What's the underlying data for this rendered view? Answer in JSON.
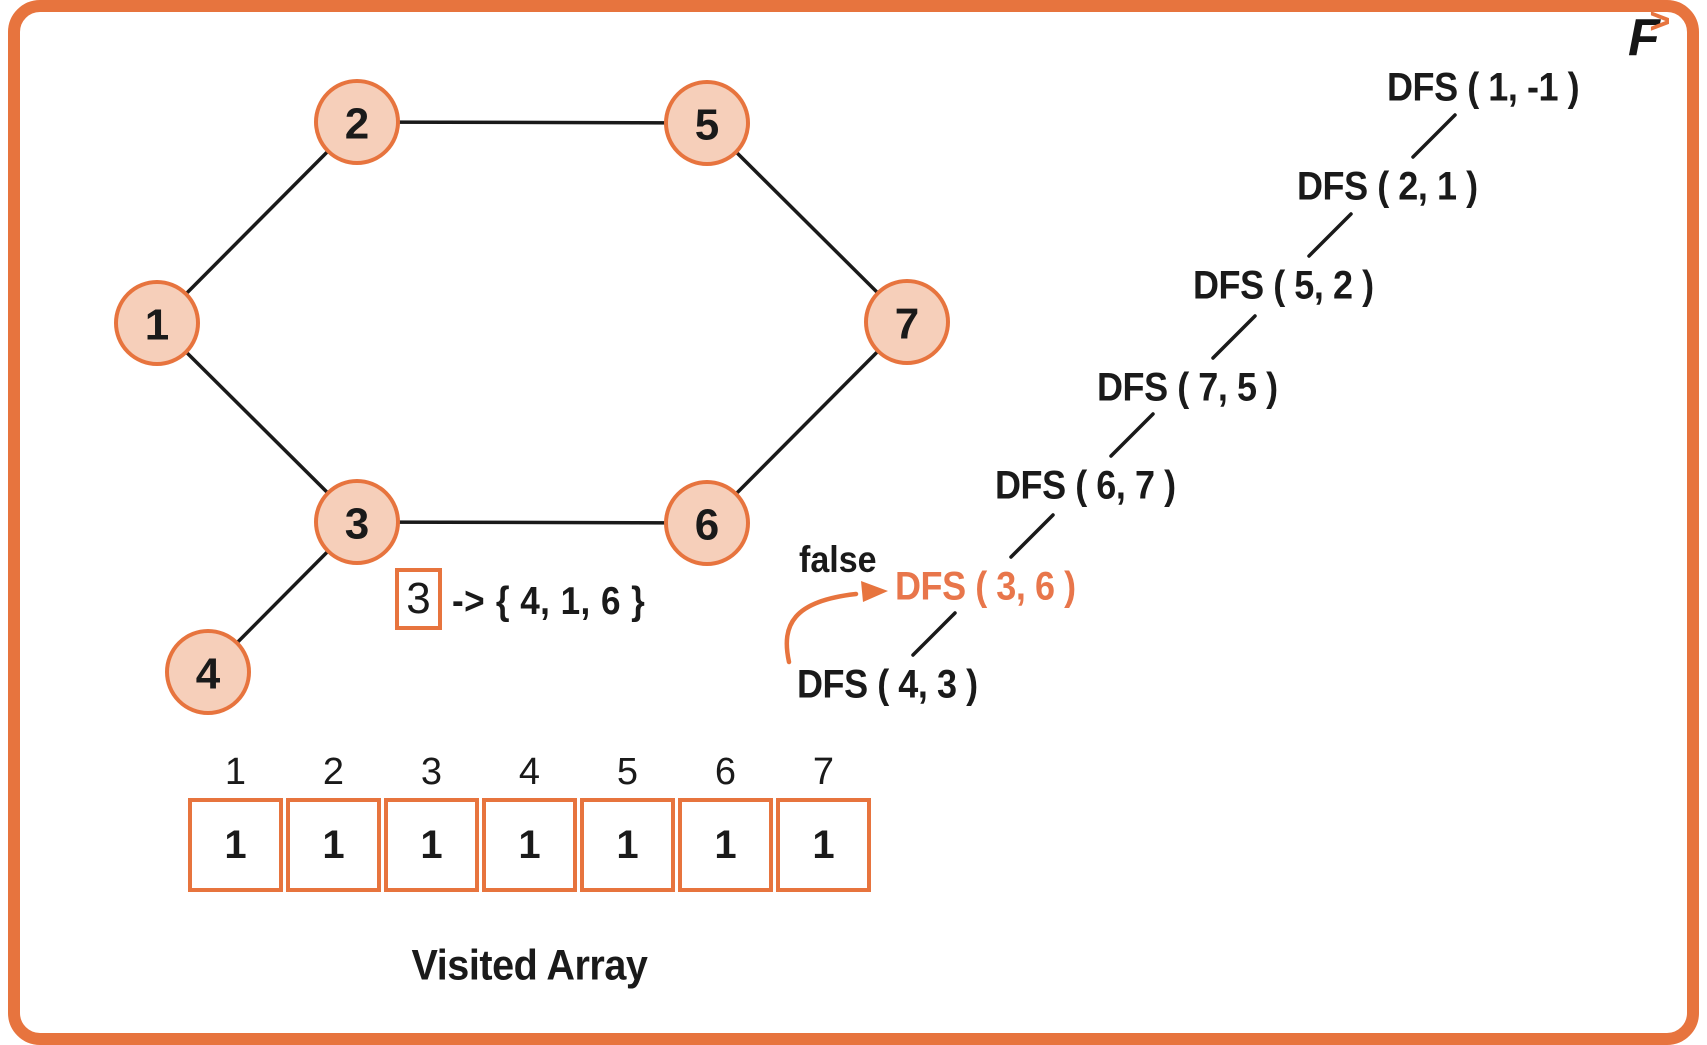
{
  "colors": {
    "accent": "#E7743E",
    "accent_text": "#E8764B",
    "node_fill": "#F6CFBA",
    "ink": "#1A1A1A"
  },
  "logo": {
    "letter": "F",
    "chevron": ">"
  },
  "graph": {
    "nodes": [
      {
        "id": "1",
        "label": "1"
      },
      {
        "id": "2",
        "label": "2"
      },
      {
        "id": "3",
        "label": "3"
      },
      {
        "id": "4",
        "label": "4"
      },
      {
        "id": "5",
        "label": "5"
      },
      {
        "id": "6",
        "label": "6"
      },
      {
        "id": "7",
        "label": "7"
      }
    ],
    "edges": [
      [
        "1",
        "2"
      ],
      [
        "2",
        "5"
      ],
      [
        "5",
        "7"
      ],
      [
        "7",
        "6"
      ],
      [
        "6",
        "3"
      ],
      [
        "3",
        "1"
      ],
      [
        "3",
        "4"
      ]
    ]
  },
  "adjacency": {
    "key": "3",
    "arrow": "->",
    "value": "{ 4, 1, 6 }"
  },
  "callstack": {
    "annotation": "false",
    "entries": [
      {
        "label": "DFS ( 1, -1 )",
        "highlight": false
      },
      {
        "label": "DFS ( 2, 1 )",
        "highlight": false
      },
      {
        "label": "DFS ( 5, 2 )",
        "highlight": false
      },
      {
        "label": "DFS ( 7, 5 )",
        "highlight": false
      },
      {
        "label": "DFS ( 6, 7 )",
        "highlight": false
      },
      {
        "label": "DFS ( 3, 6 )",
        "highlight": true
      },
      {
        "label": "DFS ( 4, 3 )",
        "highlight": false
      }
    ]
  },
  "visited": {
    "indices": [
      "1",
      "2",
      "3",
      "4",
      "5",
      "6",
      "7"
    ],
    "values": [
      "1",
      "1",
      "1",
      "1",
      "1",
      "1",
      "1"
    ],
    "caption": "Visited Array"
  }
}
